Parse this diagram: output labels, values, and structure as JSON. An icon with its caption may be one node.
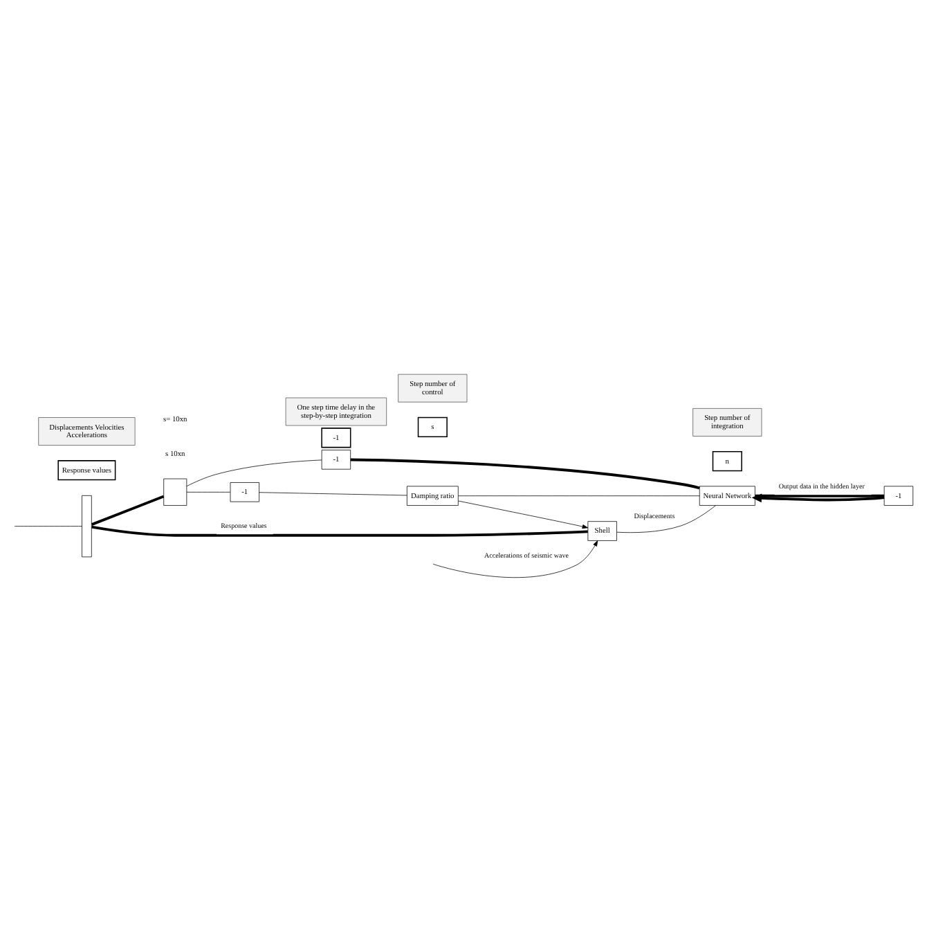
{
  "diagram": {
    "nodes": [
      {
        "text": [],
        "shape": "bar"
      },
      {
        "text": [],
        "shape": "box",
        "beside": [
          "s 10xn",
          "s= 10xn"
        ]
      },
      {
        "text": [
          "-1"
        ]
      },
      {
        "text": [
          "-1"
        ]
      },
      {
        "text": [
          "Neural Network"
        ]
      },
      {
        "text": [
          "Damping ratio"
        ]
      },
      {
        "text": [
          "Shell"
        ]
      },
      {
        "text": [
          "-1"
        ]
      },
      {
        "text": [
          "Response values"
        ]
      },
      {
        "text": [
          "Displacements Velocities Accelerations"
        ]
      },
      {
        "text": [
          "-1"
        ]
      },
      {
        "text": [
          "One step time delay in the step-by-step integration"
        ]
      },
      {
        "text": [
          "s"
        ]
      },
      {
        "text": [
          "Step number of control"
        ]
      },
      {
        "text": [
          "n"
        ]
      },
      {
        "text": [
          "Step number of integration"
        ]
      }
    ],
    "edges": [
      {
        "from": null,
        "to": 6,
        "arrow": "to",
        "label": "Accelerations of seismic wave"
      },
      {
        "from": null,
        "to": 0,
        "arrow": "none"
      },
      {
        "from": 0,
        "to": 1,
        "arrow": "none",
        "style": "thick"
      },
      {
        "from": 1,
        "to": 2,
        "arrow": "none"
      },
      {
        "from": 1,
        "to": 3,
        "arrow": "none"
      },
      {
        "from": 2,
        "to": 5,
        "arrow": "none"
      },
      {
        "from": 4,
        "to": 5,
        "arrow": "none"
      },
      {
        "from": 3,
        "to": 4,
        "arrow": "none",
        "style": "thick"
      },
      {
        "from": 4,
        "to": 7,
        "arrow": "none",
        "style": "thick",
        "label": "Output data in the hidden layer"
      },
      {
        "from": 7,
        "to": 4,
        "arrow": "to",
        "style": "thick"
      },
      {
        "from": 5,
        "to": 6,
        "arrow": "to"
      },
      {
        "from": 6,
        "to": 4,
        "arrow": "none",
        "label": "Displacements"
      },
      {
        "from": 6,
        "to": 0,
        "arrow": "none",
        "style": "thick",
        "label": "Response values"
      }
    ]
  }
}
